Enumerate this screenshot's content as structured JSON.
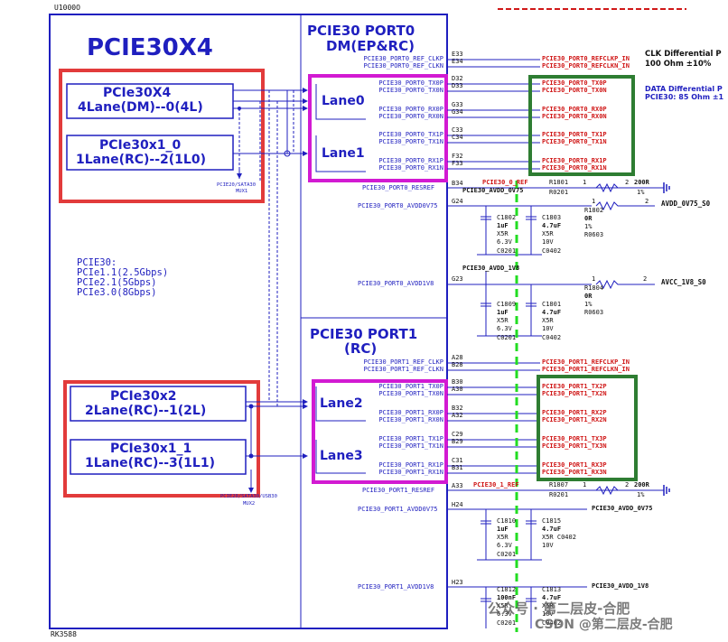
{
  "chip": {
    "ref": "U1000O",
    "package": "RK3588",
    "main_title": "PCIE30X4",
    "port0_title_1": "PCIE30 PORT0",
    "port0_title_2": "DM(EP&RC)",
    "port1_title_1": "PCIE30 PORT1",
    "port1_title_2": "(RC)"
  },
  "modes": {
    "x4": {
      "line1": "PCIe30X4",
      "line2": "4Lane(DM)--0(4L)"
    },
    "x1_0": {
      "line1": "PCIe30x1_0",
      "line2": "1Lane(RC)--2(1L0)"
    },
    "x2": {
      "line1": "PCIe30x2",
      "line2": "2Lane(RC)--1(2L)"
    },
    "x1_1": {
      "line1": "PCIe30x1_1",
      "line2": "1Lane(RC)--3(1L1)"
    },
    "mux1": {
      "line1": "PCIE20/SATA30",
      "line2": "MUX1"
    },
    "mux2": {
      "line1": "PCIE20/SATA30/USB30",
      "line2": "MUX2"
    }
  },
  "speeds": {
    "title": "PCIE30:",
    "s1": "PCIe1.1(2.5Gbps)",
    "s2": "PCIe2.1(5Gbps)",
    "s3": "PCIe3.0(8Gbps)"
  },
  "lanes": {
    "lane0": "Lane0",
    "lane1": "Lane1",
    "lane2": "Lane2",
    "lane3": "Lane3"
  },
  "port0_pins": [
    {
      "name": "PCIE30_PORT0_REF_CLKP",
      "ball": "E33",
      "net": "PCIE30_PORT0_REFCLKP_IN"
    },
    {
      "name": "PCIE30_PORT0_REF_CLKN",
      "ball": "E34",
      "net": "PCIE30_PORT0_REFCLKN_IN"
    },
    {
      "name": "PCIE30_PORT0_TX0P",
      "ball": "D32",
      "net": "PCIE30_PORT0_TX0P"
    },
    {
      "name": "PCIE30_PORT0_TX0N",
      "ball": "D33",
      "net": "PCIE30_PORT0_TX0N"
    },
    {
      "name": "PCIE30_PORT0_RX0P",
      "ball": "G33",
      "net": "PCIE30_PORT0_RX0P"
    },
    {
      "name": "PCIE30_PORT0_RX0N",
      "ball": "G34",
      "net": "PCIE30_PORT0_RX0N"
    },
    {
      "name": "PCIE30_PORT0_TX1P",
      "ball": "C33",
      "net": "PCIE30_PORT0_TX1P"
    },
    {
      "name": "PCIE30_PORT0_TX1N",
      "ball": "C34",
      "net": "PCIE30_PORT0_TX1N"
    },
    {
      "name": "PCIE30_PORT0_RX1P",
      "ball": "F32",
      "net": "PCIE30_PORT0_RX1P"
    },
    {
      "name": "PCIE30_PORT0_RX1N",
      "ball": "F33",
      "net": "PCIE30_PORT0_RX1N"
    }
  ],
  "port1_pins": [
    {
      "name": "PCIE30_PORT1_REF_CLKP",
      "ball": "A28",
      "net": "PCIE30_PORT1_REFCLKP_IN"
    },
    {
      "name": "PCIE30_PORT1_REF_CLKN",
      "ball": "B28",
      "net": "PCIE30_PORT1_REFCLKN_IN"
    },
    {
      "name": "PCIE30_PORT1_TX0P",
      "ball": "B30",
      "net": "PCIE30_PORT1_TX2P"
    },
    {
      "name": "PCIE30_PORT1_TX0N",
      "ball": "A30",
      "net": "PCIE30_PORT1_TX2N"
    },
    {
      "name": "PCIE30_PORT1_RX0P",
      "ball": "B32",
      "net": "PCIE30_PORT1_RX2P"
    },
    {
      "name": "PCIE30_PORT1_RX0N",
      "ball": "A32",
      "net": "PCIE30_PORT1_RX2N"
    },
    {
      "name": "PCIE30_PORT1_TX1P",
      "ball": "C29",
      "net": "PCIE30_PORT1_TX3P"
    },
    {
      "name": "PCIE30_PORT1_TX1N",
      "ball": "B29",
      "net": "PCIE30_PORT1_TX3N"
    },
    {
      "name": "PCIE30_PORT1_RX1P",
      "ball": "C31",
      "net": "PCIE30_PORT1_RX3P"
    },
    {
      "name": "PCIE30_PORT1_RX1N",
      "ball": "B31",
      "net": "PCIE30_PORT1_RX3N"
    }
  ],
  "notes": {
    "clk1": "CLK Differential P",
    "clk2": "100 Ohm ±10%",
    "data1": "DATA Differential P",
    "data2": "PCIE30:  85 Ohm ±1"
  },
  "port0_extra": {
    "resref_pin": "PCIE30_PORT0_RESREF",
    "resref_ball": "B34",
    "resref_net": "PCIE30_0_REF",
    "avdd_net_label": "PCIE30_AVDD_0V75",
    "avdd0v75_pin": "PCIE30_PORT0_AVDD0V75",
    "avdd0v75_ball": "G24",
    "avdd1v8_pin": "PCIE30_PORT0_AVDD1V8",
    "avdd1v8_ball": "G23",
    "avdd1v8_net_label": "PCIE30_AVDD_1V8"
  },
  "port1_extra": {
    "resref_pin": "PCIE30_PORT1_RESREF",
    "resref_ball": "A33",
    "resref_net": "PCIE30_1_REF",
    "avdd0v75_pin": "PCIE30_PORT1_AVDD0V75",
    "avdd0v75_ball": "H24",
    "avdd0v75_out": "PCIE30_AVDD_0V75",
    "avdd1v8_pin": "PCIE30_PORT1_AVDD1V8",
    "avdd1v8_ball": "H23",
    "avdd1v8_out": "PCIE30_AVDD_1V8"
  },
  "resistors": {
    "r1801": {
      "ref": "R1801",
      "val": "200R",
      "tol": "1%",
      "pkg": "R0201",
      "p1": "1",
      "p2": "2"
    },
    "r1802": {
      "ref": "R1802",
      "val": "0R",
      "tol": "1%",
      "pkg": "R0603",
      "p1": "1",
      "p2": "2",
      "out": "AVDD_0V75_S0"
    },
    "r1804": {
      "ref": "R1804",
      "val": "0R",
      "tol": "1%",
      "pkg": "R0603",
      "p1": "1",
      "p2": "2",
      "out": "AVCC_1V8_S0"
    },
    "r1807": {
      "ref": "R1807",
      "val": "200R",
      "tol": "1%",
      "pkg": "R0201",
      "p1": "1",
      "p2": "2"
    }
  },
  "caps": {
    "c1802": {
      "ref": "C1802",
      "val": "1uF",
      "diel": "X5R",
      "volt": "6.3V",
      "pkg": "C0201"
    },
    "c1803": {
      "ref": "C1803",
      "val": "4.7uF",
      "diel": "X5R",
      "volt": "10V",
      "pkg": "C0402"
    },
    "c1809": {
      "ref": "C1809",
      "val": "1uF",
      "diel": "X5R",
      "volt": "6.3V",
      "pkg": "C0201"
    },
    "c1801": {
      "ref": "C1801",
      "val": "4.7uF",
      "diel": "X5R",
      "volt": "10V",
      "pkg": "C0402"
    },
    "c1810": {
      "ref": "C1810",
      "val": "1uF",
      "diel": "X5R",
      "volt": "6.3V",
      "pkg": "C0201"
    },
    "c1815": {
      "ref": "C1815",
      "val": "4.7uF",
      "diel": "X5R C0402",
      "volt": "10V"
    },
    "c1812": {
      "ref": "C1812",
      "val": "100nF",
      "diel": "X5R",
      "volt": "6.3V",
      "pkg": "C0201"
    },
    "c1813": {
      "ref": "C1813",
      "val": "4.7uF",
      "diel": "X5R",
      "volt": "10V",
      "pkg": "C0402"
    }
  },
  "watermark": {
    "line1": "公众号 · 第二层皮-合肥",
    "line2": "CSDN @第二层皮-合肥"
  },
  "colors": {
    "blue": "#1f1fbf",
    "red": "#d01818",
    "magenta": "#d21ad2",
    "green": "#2e7d32",
    "dashgreen": "#22dd22"
  }
}
